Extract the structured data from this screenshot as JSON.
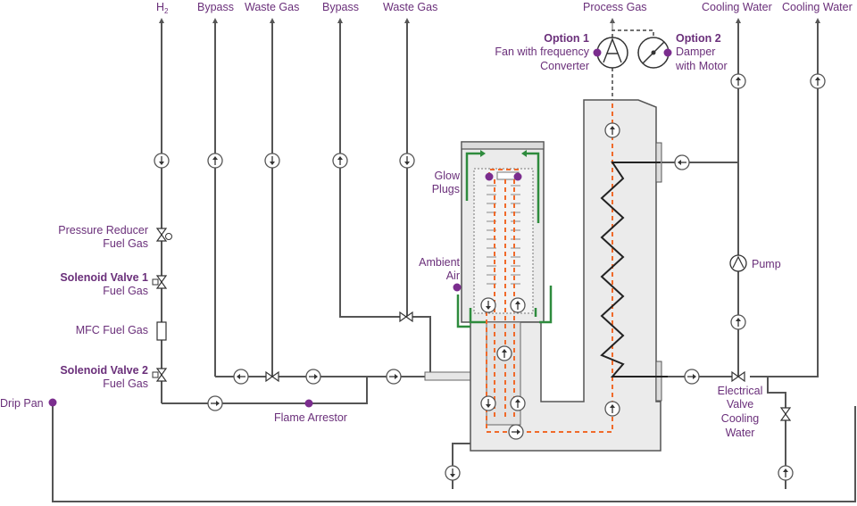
{
  "labels": {
    "h2": "H",
    "h2_sub": "2",
    "bypass_1": "Bypass",
    "waste_gas_1": "Waste Gas",
    "bypass_2": "Bypass",
    "waste_gas_2": "Waste Gas",
    "process_gas": "Process Gas",
    "cooling_water_1": "Cooling Water",
    "cooling_water_2": "Cooling Water",
    "option1_title": "Option 1",
    "option1_line1": "Fan with frequency",
    "option1_line2": "Converter",
    "option2_title": "Option 2",
    "option2_line1": "Damper",
    "option2_line2": "with Motor",
    "pressure_reducer_line1": "Pressure Reducer",
    "pressure_reducer_line2": "Fuel Gas",
    "solenoid1_title": "Solenoid Valve 1",
    "solenoid1_sub": "Fuel Gas",
    "mfc": "MFC Fuel Gas",
    "solenoid2_title": "Solenoid Valve 2",
    "solenoid2_sub": "Fuel Gas",
    "drip_pan": "Drip Pan",
    "flame_arrestor": "Flame Arrestor",
    "glow_plugs_line1": "Glow",
    "glow_plugs_line2": "Plugs",
    "ambient_air_line1": "Ambient",
    "ambient_air_line2": "Air",
    "pump": "Pump",
    "electrical_valve_line1": "Electrical",
    "electrical_valve_line2": "Valve",
    "electrical_valve_line3": "Cooling",
    "electrical_valve_line4": "Water"
  },
  "colors": {
    "label": "#6a2f7a",
    "marker": "#7b2d8e",
    "pipe": "#555555",
    "flow_path": "#f06a2a",
    "air_flow": "#2e8b3d",
    "vessel_fill": "#ebebeb"
  }
}
